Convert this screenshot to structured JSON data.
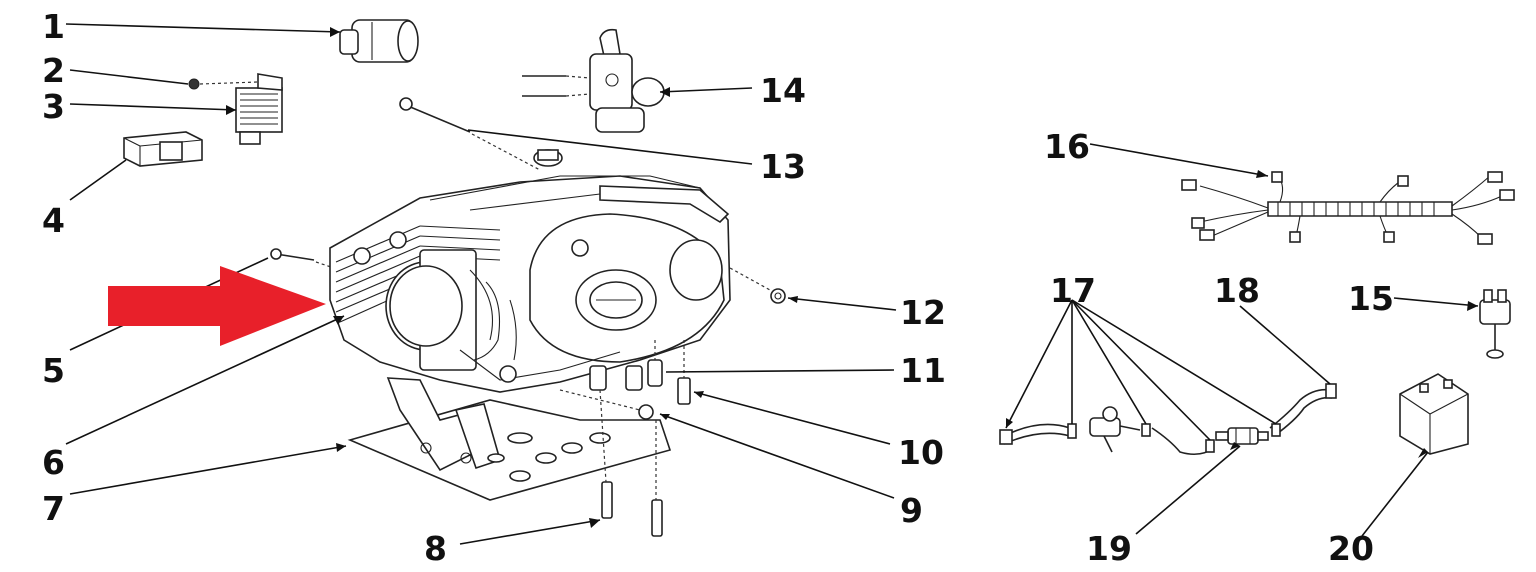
{
  "callouts": [
    {
      "id": "1",
      "label": "1"
    },
    {
      "id": "2",
      "label": "2"
    },
    {
      "id": "3",
      "label": "3"
    },
    {
      "id": "4",
      "label": "4"
    },
    {
      "id": "5",
      "label": "5"
    },
    {
      "id": "6",
      "label": "6"
    },
    {
      "id": "7",
      "label": "7"
    },
    {
      "id": "8",
      "label": "8"
    },
    {
      "id": "9",
      "label": "9"
    },
    {
      "id": "10",
      "label": "10"
    },
    {
      "id": "11",
      "label": "11"
    },
    {
      "id": "12",
      "label": "12"
    },
    {
      "id": "13",
      "label": "13"
    },
    {
      "id": "14",
      "label": "14"
    },
    {
      "id": "15",
      "label": "15"
    },
    {
      "id": "16",
      "label": "16"
    },
    {
      "id": "17",
      "label": "17"
    },
    {
      "id": "18",
      "label": "18"
    },
    {
      "id": "19",
      "label": "19"
    },
    {
      "id": "20",
      "label": "20"
    }
  ],
  "colors": {
    "arrow": "#e8202a",
    "line": "#111111"
  },
  "icons": {
    "highlight": "red-arrow-icon"
  }
}
